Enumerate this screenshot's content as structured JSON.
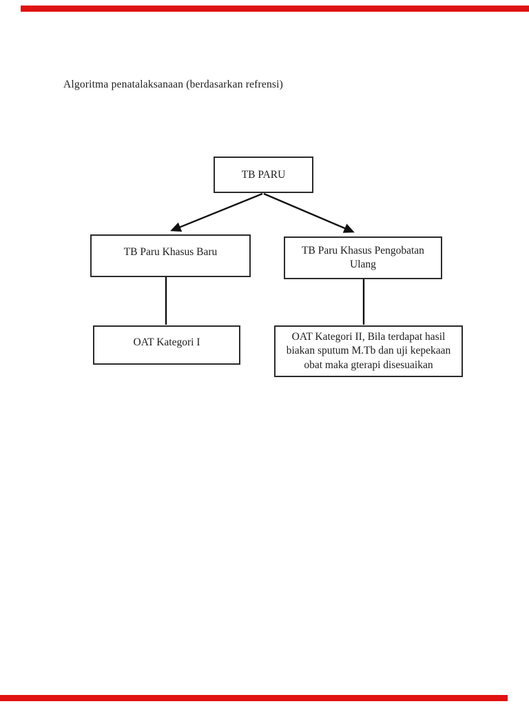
{
  "page": {
    "title": "Algoritma penatalaksanaan (berdasarkan refrensi)"
  },
  "colors": {
    "bar_red": "#e01212",
    "ink": "#1c1c1c",
    "border": "#2b2b2b",
    "bg": "#ffffff"
  },
  "diagram": {
    "type": "flowchart",
    "nodes": [
      {
        "id": "tb-paru",
        "label": "TB PARU"
      },
      {
        "id": "tb-paru-khasus-baru",
        "label": "TB Paru Khasus Baru"
      },
      {
        "id": "tb-paru-khasus-pengobatan-ulang",
        "label": "TB Paru Khasus Pengobatan Ulang"
      },
      {
        "id": "oat-kategori-i",
        "label": "OAT Kategori I"
      },
      {
        "id": "oat-kategori-ii",
        "label": "OAT Kategori II, Bila terdapat hasil biakan sputum M.Tb dan uji kepekaan obat maka gterapi disesuaikan"
      }
    ],
    "edges": [
      {
        "from": "tb-paru",
        "to": "tb-paru-khasus-baru",
        "arrow": true
      },
      {
        "from": "tb-paru",
        "to": "tb-paru-khasus-pengobatan-ulang",
        "arrow": true
      },
      {
        "from": "tb-paru-khasus-baru",
        "to": "oat-kategori-i",
        "arrow": false
      },
      {
        "from": "tb-paru-khasus-pengobatan-ulang",
        "to": "oat-kategori-ii",
        "arrow": false
      }
    ]
  }
}
